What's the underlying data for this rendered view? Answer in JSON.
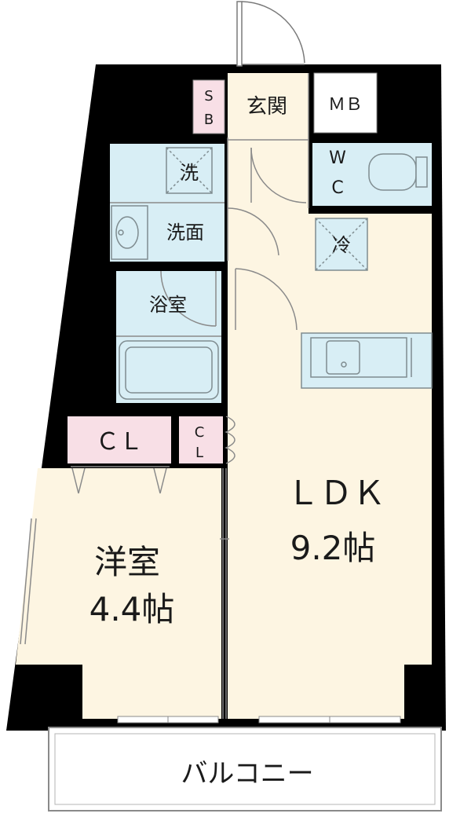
{
  "rooms": {
    "entrance": "玄関",
    "mb": "ＭＢ",
    "sb_top": "S",
    "sb_bottom": "B",
    "washer": "洗",
    "washroom": "洗面",
    "wc_top": "W",
    "wc_bottom": "C",
    "fridge": "冷",
    "bath": "浴室",
    "cl_large": "ＣＬ",
    "cl_small_top": "C",
    "cl_small_bottom": "L",
    "ldk_name": "ＬＤＫ",
    "ldk_size": "9.2帖",
    "western_name": "洋室",
    "western_size": "4.4帖",
    "balcony": "バルコニー"
  },
  "colors": {
    "wall": "#000000",
    "living_floor": "#fdf5e2",
    "wet_area": "#d8eef5",
    "storage": "#f8dfe6",
    "outline": "#8a8a8a"
  }
}
